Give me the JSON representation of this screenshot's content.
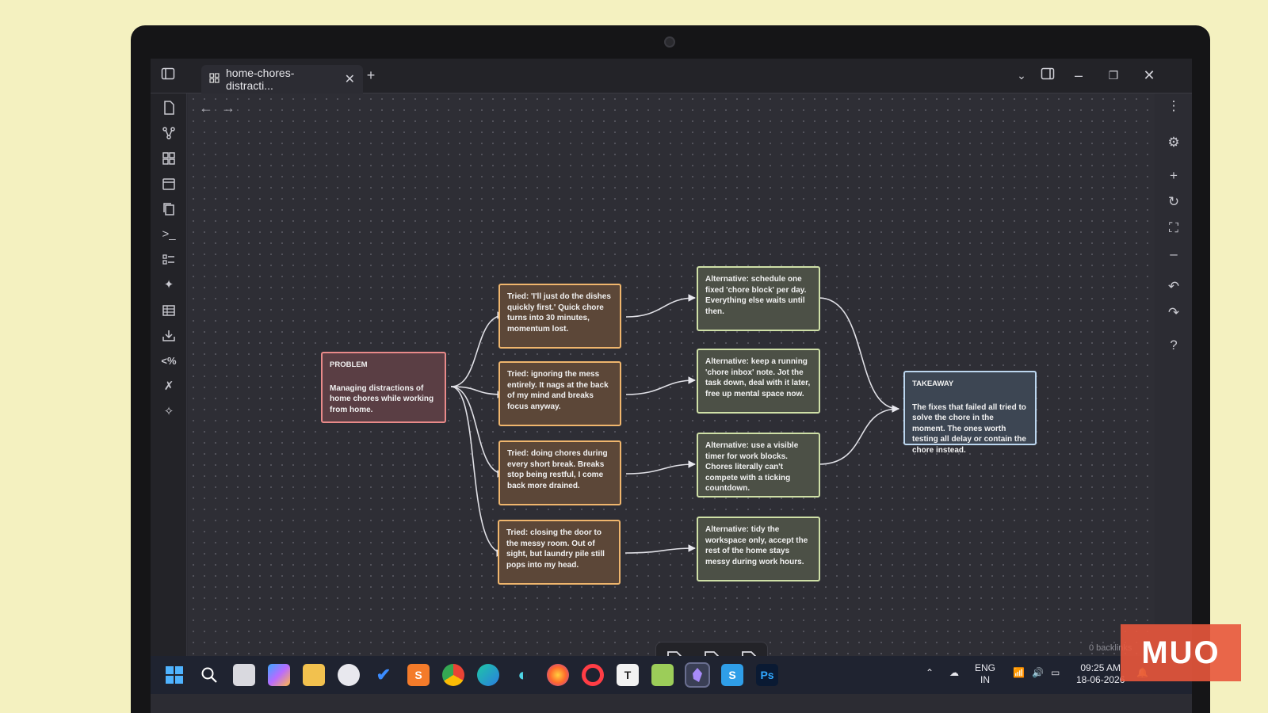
{
  "tab": {
    "title": "home-chores-distracti..."
  },
  "nodes": {
    "problem": {
      "head": "PROBLEM",
      "body": "Managing distractions of home chores while working from home."
    },
    "tried1": "Tried: 'I'll just do the dishes quickly first.' Quick chore turns into 30 minutes, momentum lost.",
    "tried2": "Tried: ignoring the mess entirely. It nags at the back of my mind and breaks focus anyway.",
    "tried3": "Tried: doing chores during every short break. Breaks stop being restful, I come back more drained.",
    "tried4": "Tried: closing the door to the messy room. Out of sight, but laundry pile still pops into my head.",
    "alt1": "Alternative: schedule one fixed 'chore block' per day. Everything else waits until then.",
    "alt2": "Alternative: keep a running 'chore inbox' note. Jot the task down, deal with it later, free up mental space now.",
    "alt3": "Alternative: use a visible timer for work blocks. Chores literally can't compete with a ticking countdown.",
    "alt4": "Alternative: tidy the workspace only, accept the rest of the home stays messy during work hours.",
    "takeaway": {
      "head": "TAKEAWAY",
      "body": "The fixes that failed all tried to solve the chore in the moment. The ones worth testing all delay or contain the chore instead."
    }
  },
  "status": {
    "backlinks": "0 backlinks"
  },
  "tray": {
    "lang1": "ENG",
    "lang2": "IN",
    "time": "09:25 AM",
    "date": "18-06-2026"
  },
  "taskbar": {
    "ps_label": "Ps",
    "t_label": "T"
  },
  "watermark": "MUO",
  "colors": {
    "problem": "#e98a8a",
    "tried": "#f0b66d",
    "alt": "#cfe0a7",
    "takeaway": "#bcd6ef"
  }
}
